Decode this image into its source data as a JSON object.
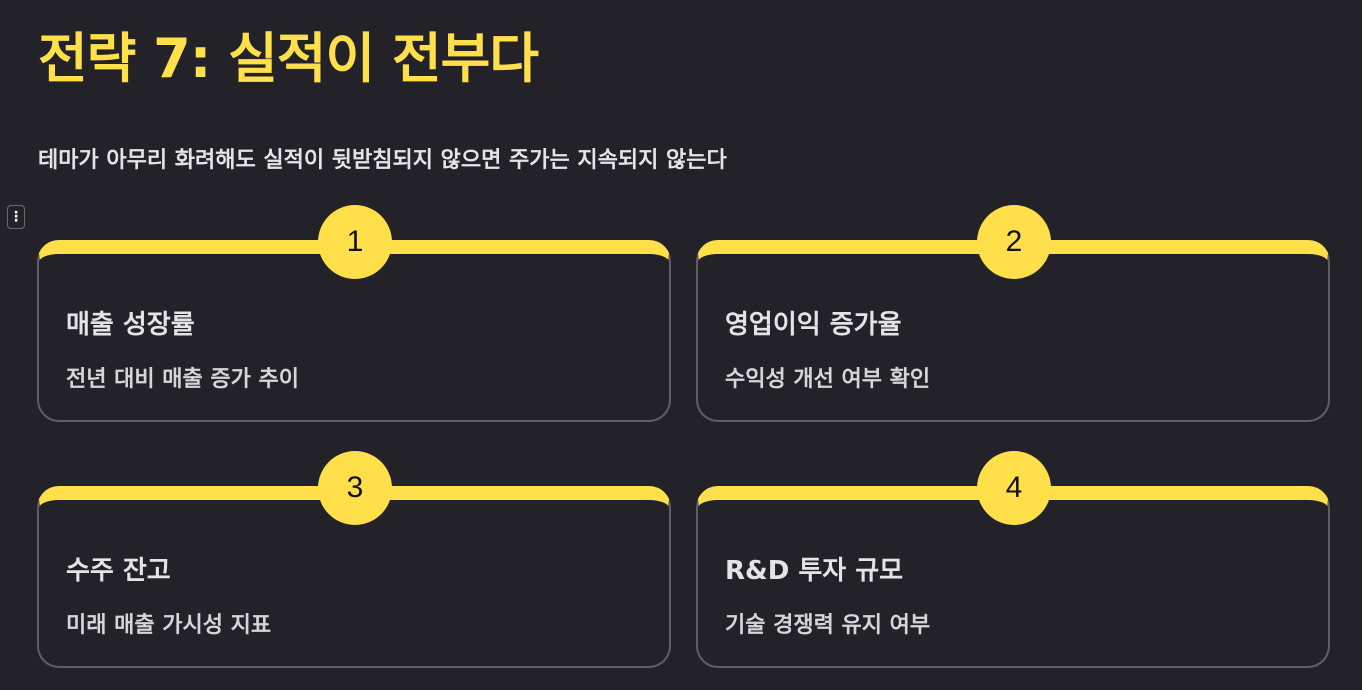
{
  "header": {
    "title": "전략 7: 실적이 전부다",
    "subtitle": "테마가 아무리 화려해도 실적이 뒷받침되지 않으면 주가는 지속되지 않는다"
  },
  "menu_handle": {
    "icon": "vertical-ellipsis-icon",
    "glyph": "⋮"
  },
  "cards": [
    {
      "number": "1",
      "title": "매출 성장률",
      "description": "전년 대비 매출 증가 추이"
    },
    {
      "number": "2",
      "title": "영업이익 증가율",
      "description": "수익성 개선 여부 확인"
    },
    {
      "number": "3",
      "title": "수주 잔고",
      "description": "미래 매출 가시성 지표"
    },
    {
      "number": "4",
      "title": "R&D 투자 규모",
      "description": "기술 경쟁력 유지 여부"
    }
  ],
  "colors": {
    "background": "#232228",
    "accent": "#FFE04B",
    "card_border": "#5F5E63",
    "text": "#E4E4E6"
  }
}
